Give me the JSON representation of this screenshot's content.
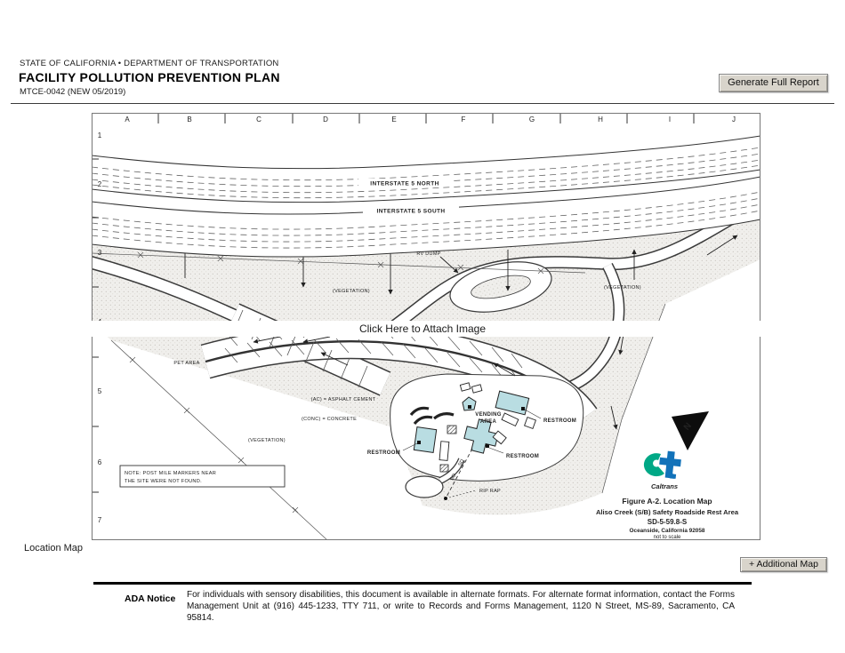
{
  "header": {
    "agency_line": "STATE OF CALIFORNIA • DEPARTMENT OF TRANSPORTATION",
    "form_title": "FACILITY POLLUTION PREVENTION PLAN",
    "form_number": "MTCE-0042 (NEW 05/2019)",
    "generate_button": "Generate Full Report"
  },
  "map": {
    "attach_link": "Click Here to Attach Image",
    "section_label": "Location Map",
    "additional_map_button": "+ Additional Map",
    "grid": {
      "cols": [
        "A",
        "B",
        "C",
        "D",
        "E",
        "F",
        "G",
        "H",
        "I",
        "J"
      ],
      "rows": [
        "1",
        "2",
        "3",
        "4",
        "5",
        "6",
        "7"
      ]
    },
    "labels": {
      "interstate_north": "INTERSTATE 5 NORTH",
      "interstate_south": "INTERSTATE 5 SOUTH",
      "rv_dump": "RV DUMP",
      "vegetation": "(VEGETATION)",
      "pet_area": "PET AREA",
      "ac_legend": "(AC) = ASPHALT CEMENT",
      "conc_legend": "(CONC) = CONCRETE",
      "vending_line1": "VENDING",
      "vending_line2": "AREA",
      "restroom": "RESTROOM",
      "rip_rap": "RIP RAP",
      "sd": "SD",
      "north_n": "N",
      "caltrans_word": "Caltrans",
      "note_line1": "NOTE: POST MILE MARKERS NEAR",
      "note_line2": "THE SITE WERE NOT FOUND."
    },
    "figure_caption": {
      "figure_title": "Figure A-2. Location Map",
      "site_name": "Aliso Creek (S/B) Safety Roadside Rest Area",
      "site_code": "SD-5-59.8-S",
      "city_zip": "Oceanside, California 92058",
      "scale_note": "not to scale"
    },
    "colors": {
      "building_fill": "#b9dde2",
      "caltrans_teal": "#00a886",
      "caltrans_blue": "#1272b9"
    }
  },
  "footer": {
    "ada_label": "ADA Notice",
    "ada_text": "For individuals with sensory disabilities, this document is available in alternate formats. For alternate format information, contact the Forms Management Unit at (916) 445-1233, TTY 711, or write to Records and Forms Management, 1120 N Street, MS-89, Sacramento, CA 95814."
  }
}
